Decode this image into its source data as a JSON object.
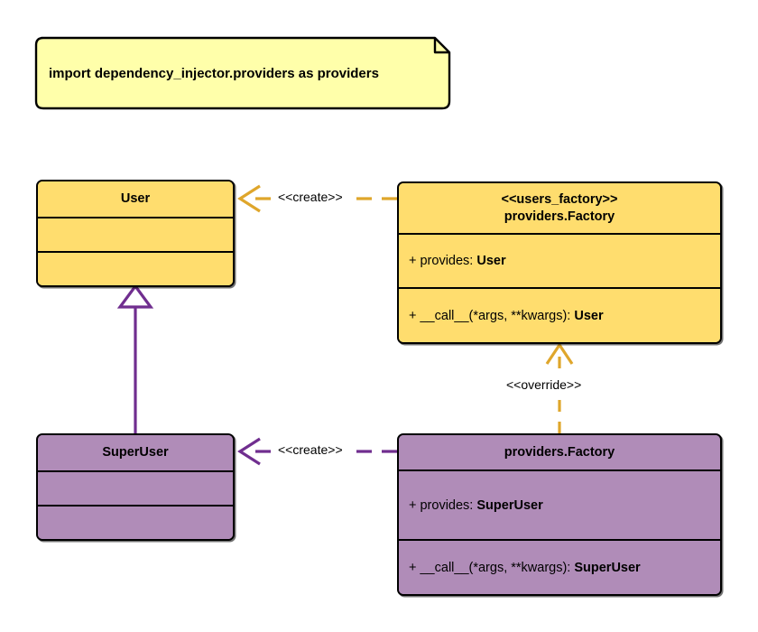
{
  "diagram": {
    "type": "uml-class-diagram",
    "background": "#ffffff",
    "colors": {
      "class_yellow_fill": "#ffdd6e",
      "class_purple_fill": "#b08cb8",
      "note_fill": "#ffffaa",
      "border": "#000000",
      "edge_orange": "#dfa62b",
      "edge_purple": "#702e8f",
      "inheritance_fill": "#ffffff"
    }
  },
  "note": {
    "text": "import dependency_injector.providers as providers"
  },
  "classes": {
    "user": {
      "title": "User",
      "stereotype": "",
      "compartments": [
        {
          "prefix": "",
          "text": "",
          "emphasis": ""
        },
        {
          "prefix": "",
          "text": "",
          "emphasis": ""
        }
      ]
    },
    "users_factory": {
      "stereotype": "<<users_factory>>",
      "title": "providers.Factory",
      "compartments": [
        {
          "prefix": "+ provides: ",
          "emphasis": "User"
        },
        {
          "prefix": "+ __call__(*args, **kwargs): ",
          "emphasis": "User"
        }
      ]
    },
    "superuser": {
      "title": "SuperUser",
      "stereotype": "",
      "compartments": [
        {
          "prefix": "",
          "text": "",
          "emphasis": ""
        },
        {
          "prefix": "",
          "text": "",
          "emphasis": ""
        }
      ]
    },
    "superusers_factory": {
      "stereotype": "",
      "title": "providers.Factory",
      "compartments": [
        {
          "prefix": "+ provides: ",
          "emphasis": "SuperUser"
        },
        {
          "prefix": "+ __call__(*args, **kwargs): ",
          "emphasis": "SuperUser"
        }
      ]
    }
  },
  "edges": {
    "create_user": {
      "label": "<<create>>",
      "style": "dashed",
      "color": "#dfa62b"
    },
    "create_superuser": {
      "label": "<<create>>",
      "style": "dashed",
      "color": "#702e8f"
    },
    "override": {
      "label": "<<override>>",
      "style": "dashed",
      "color": "#dfa62b"
    },
    "inheritance": {
      "label": "",
      "style": "solid",
      "color": "#702e8f"
    }
  }
}
